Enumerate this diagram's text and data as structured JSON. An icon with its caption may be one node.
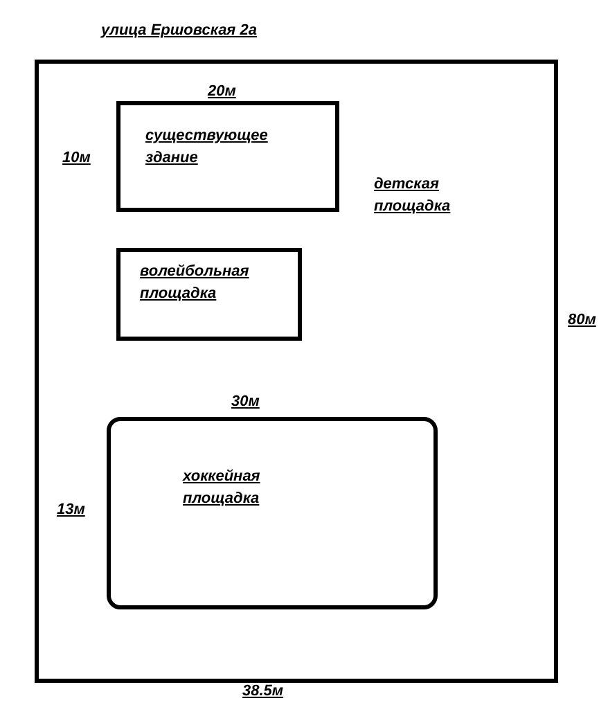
{
  "diagram": {
    "nodes": [
      {
        "text": [],
        "shape": "box"
      },
      {
        "text": [
          "существующее здание"
        ],
        "in": 0
      },
      {
        "text": [
          "волейбольная площадка"
        ],
        "in": 0
      },
      {
        "text": [
          "хоккейная площадка"
        ],
        "in": 0
      }
    ],
    "labels": [
      "улица Ершовская 2а",
      "20м",
      "10м",
      "детская площадка",
      "80м",
      "30м",
      "13м",
      "38.5м"
    ]
  }
}
